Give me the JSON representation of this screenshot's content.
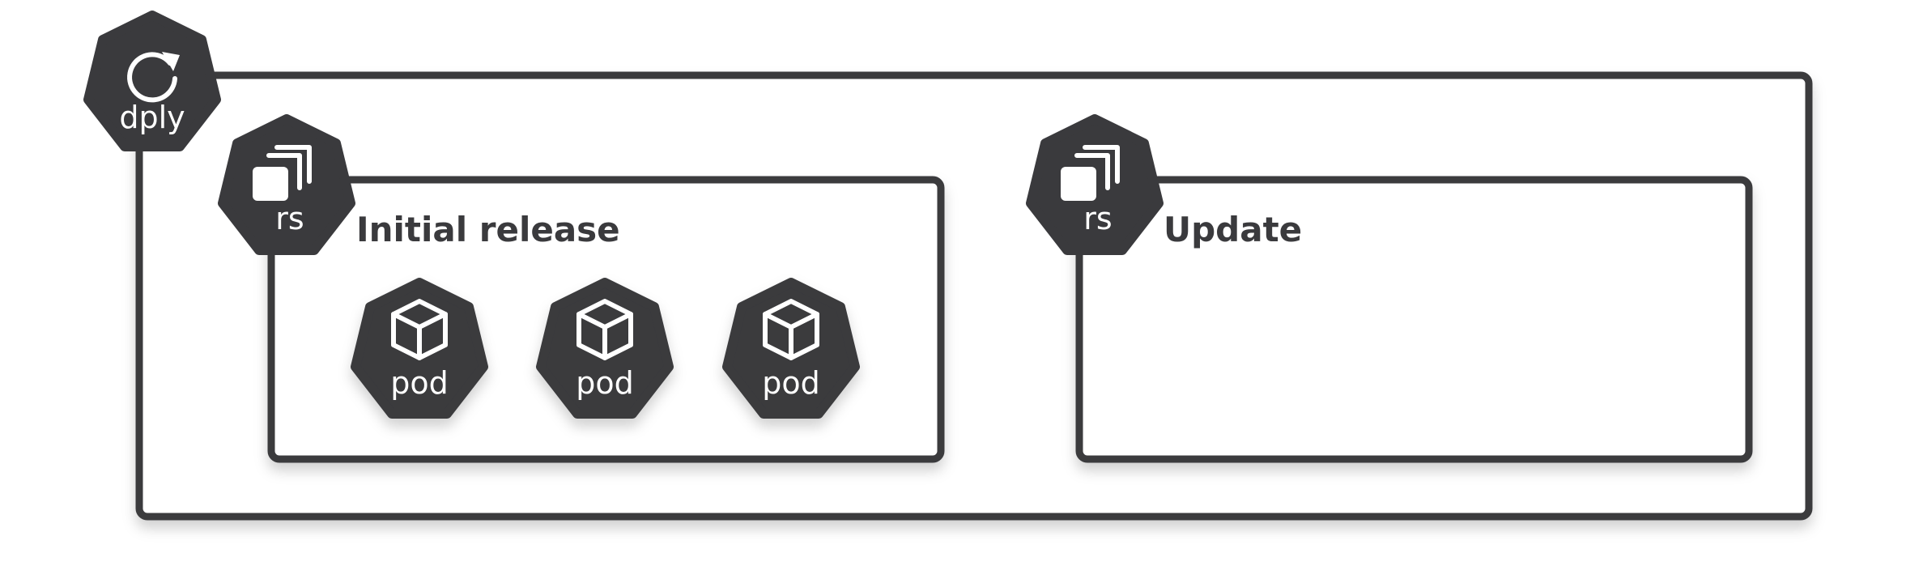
{
  "deployment": {
    "badge_label": "dply"
  },
  "replicasets": [
    {
      "badge_label": "rs",
      "title": "Initial release",
      "pods": [
        {
          "label": "pod"
        },
        {
          "label": "pod"
        },
        {
          "label": "pod"
        }
      ]
    },
    {
      "badge_label": "rs",
      "title": "Update",
      "pods": []
    }
  ],
  "colors": {
    "ink": "#3a3a3d",
    "background": "#ffffff"
  },
  "icons": {
    "deployment": "refresh-icon",
    "replicaset": "stacked-squares-icon",
    "pod": "cube-icon"
  }
}
